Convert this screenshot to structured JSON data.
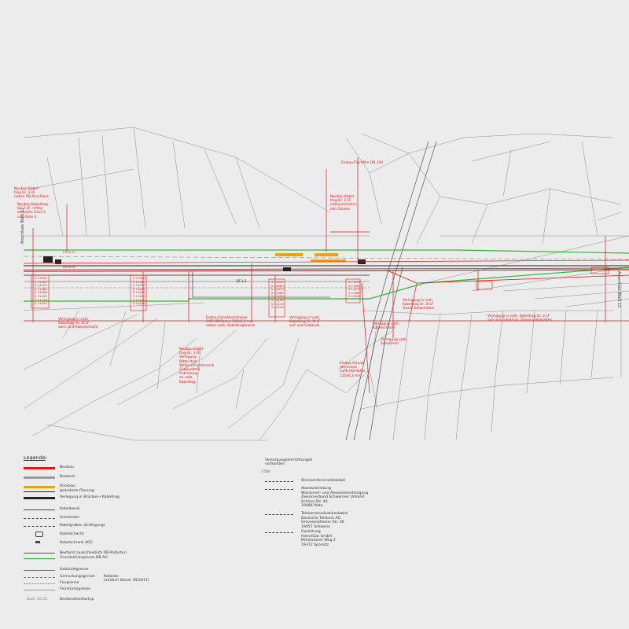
{
  "drawing": {
    "anschluss_left": "Anschluss Blatt 12",
    "anschluss_right": "Anschluss Blatt 12",
    "annotations": [
      {
        "id": "a1",
        "lines": [
          "Neubau Kabel-",
          "trog Gr. 3 LF",
          "neben DB Anschluss"
        ]
      },
      {
        "id": "a2",
        "lines": [
          "Neubau Kabeltrog",
          "Gr. 3 LF, mittig",
          "zwischen Gleis 3",
          "und Gleis 4"
        ]
      },
      {
        "id": "a3",
        "lines": [
          "Neubau Kabel-",
          "trog Gr. 3 LF",
          "mittig zwischen",
          "den Gleisen"
        ]
      },
      {
        "id": "a4",
        "lines": [
          "Einbau Flachfilm DN 100"
        ]
      },
      {
        "id": "a5",
        "lines": [
          "Verlegung in vorh.",
          "Kabeltrog Gr. III LF",
          "vorh. und Kabelschacht"
        ]
      },
      {
        "id": "a6",
        "lines": [
          "Einbau Schutzrohrtrasse",
          "3 PE-HD-Rohre 110x6,3 mm",
          "neben vorh. Kabeltrog/trasse"
        ]
      },
      {
        "id": "a7",
        "lines": [
          "Verlegung in vorh.",
          "Kabeltrog Gr. III LF",
          "auf- und Gebäude"
        ]
      },
      {
        "id": "a8",
        "lines": [
          "Neubau Kabel-",
          "trog Gr. 3 LF",
          "Verlegung",
          "Mittel dem",
          "Wetterschutzbereich",
          "Gebäudeteil",
          "Anbindung",
          "an vorh.",
          "Kabeltrog"
        ]
      },
      {
        "id": "a9",
        "lines": [
          "Einbau Schutz-",
          "rohrtrasse",
          "2xPE-HD-Rohre",
          "110x6,3 mm"
        ]
      },
      {
        "id": "a10",
        "lines": [
          "Verlegung in vorh.",
          "Kabeltrog Gr. III LF",
          "Trasse beibehalten"
        ]
      },
      {
        "id": "a11",
        "lines": [
          "Verlegung in vorh. Kabeltrog Gr. 3 LF",
          "auf- und zuleitend, Trasse beibehalten"
        ]
      },
      {
        "id": "a12",
        "lines": [
          "Verlegung vorh.",
          "Kabelschacht"
        ]
      },
      {
        "id": "a13",
        "lines": [
          "Verlegung vorh.",
          "Schutzrohr"
        ]
      }
    ],
    "km_stations": [
      "S 11050",
      "S 11060",
      "S 11070",
      "S 11080",
      "S 11090",
      "S 11100",
      "S 11110",
      "S 11120"
    ],
    "labels": {
      "ks1": "KS Gr.IV",
      "ks2": "KS Gr.IV",
      "vz": "VZ 1.2",
      "map_scale": "1:500"
    }
  },
  "legend": {
    "title": "Legende",
    "items": [
      {
        "key": "neubau",
        "label": "Neubau",
        "color": "#e01818"
      },
      {
        "key": "bestand",
        "label": "Bestand",
        "color": "#9a9a9a"
      },
      {
        "key": "rueckbau",
        "label": "Rückbau",
        "color": "#e8a317"
      },
      {
        "key": "gepl",
        "label": "geänderte Planung",
        "color": "#222222"
      },
      {
        "key": "bruecke",
        "label": "Verlegung in Brücken-/ Kabeltrog",
        "color": "#222222"
      },
      {
        "key": "kabelkanal",
        "label": "Kabelkanal",
        "color": "#444444"
      },
      {
        "key": "schutzrohr",
        "label": "Schutzrohr",
        "color": "#444444"
      },
      {
        "key": "kabelgraben",
        "label": "Kabelgraben (Erdlegung)",
        "color": "#444444"
      },
      {
        "key": "kabelschacht",
        "label": "Kabelschacht",
        "color": "#444444"
      },
      {
        "key": "kabelschrank",
        "label": "Kabelschrank (KS)",
        "color": "#444444"
      },
      {
        "key": "bestand_db",
        "label": "Bestand (ausschließlich DB-Kataster)",
        "color": "#e01818"
      },
      {
        "key": "grundstueck",
        "label": "Grundstücksgrenze DB AG",
        "color": "#2db82d"
      }
    ],
    "kataster_items": [
      "Gebäudegrenze",
      "Gemarkungsgrenze",
      "Flurgrenze",
      "Flurstücksgrenze"
    ],
    "kataster_label": [
      "Kataster",
      "(amtlich Stand: 05/2017)"
    ],
    "bestand_text": "Bestandskonturtyp"
  },
  "versorger": {
    "title": [
      "Versorgungseinrichtungen",
      "vorhanden:"
    ],
    "entries": [
      {
        "key": "strecke",
        "lines": [
          "Streckenfernmeldekabel"
        ]
      },
      {
        "key": "abwasser",
        "lines": [
          "Abwasserleitung",
          "Wasserver- und Abwasserentsorgung",
          "Zweckverband Schweriner Umland",
          "Schloss Str. 46",
          "19086 Plate"
        ]
      },
      {
        "key": "telekom",
        "lines": [
          "Telekommunikationskabel",
          "Deutsche Telekom AG",
          "Grevesmühlener Str. 36",
          "19057 Schwerin"
        ]
      },
      {
        "key": "gas",
        "lines": [
          "Gasleitung",
          "HanseGas GmbH",
          "Mühlentorer Weg 2",
          "19372 Spornitz"
        ]
      }
    ]
  }
}
